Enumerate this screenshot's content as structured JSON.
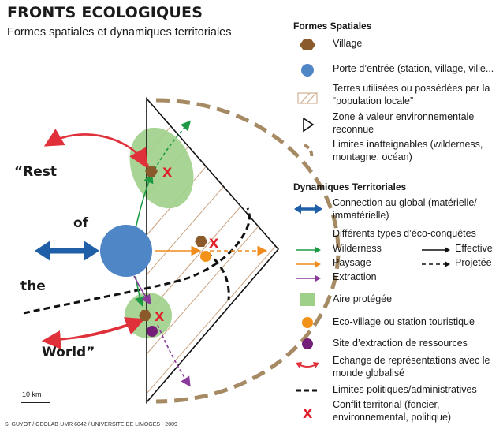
{
  "title": "FRONTS ECOLOGIQUES",
  "subtitle": "Formes spatiales et dynamiques territoriales",
  "map": {
    "rest_label": "“Rest",
    "of_label": "of",
    "the_label": "the",
    "world_label": "World”",
    "scale_label": "10 km",
    "credit": "S. GUYOT / GEOLAB-UMR 6042 / UNIVERSITE DE LIMOGES - 2009",
    "conflict_mark": "X"
  },
  "legend": {
    "spatial_header": "Formes Spatiales",
    "dynamics_header": "Dynamiques Territoriales",
    "items": {
      "village": "Village",
      "gateway": "Porte d’entrée (station, village, ville...",
      "local_lands": "Terres utilisées ou possédées par la “population locale”",
      "env_zone": "Zone à valeur environnementale reconnue",
      "unreachable": "Limites inatteignables (wilderness, montagne, océan)",
      "global_connection": "Connection au global (matérielle/ immatérielle)",
      "eco_conquests": "Différents types d’éco-conquêtes",
      "wilderness": "Wilderness",
      "paysage": "Paysage",
      "extraction": "Extraction",
      "effective": "Effective",
      "projected": "Projetée",
      "protected_area": "Aire protégée",
      "eco_village": "Eco-village ou station touristique",
      "extraction_site": "Site d’extraction de ressources",
      "representation_exchange": "Echange de représentations avec le monde globalisé",
      "political_limits": "Limites politiques/administratives",
      "territorial_conflict": "Conflit territorial (foncier, environnemental, politique)"
    }
  },
  "colors": {
    "green_area": "#9ed08a",
    "village_brown": "#8b5a2b",
    "gateway_blue": "#4f86c6",
    "arrow_blue": "#1f5fa8",
    "boundary_tan": "#a68a64",
    "hatch": "#c9a27e",
    "wilderness_green": "#1e9a45",
    "paysage_orange": "#f08c1e",
    "extraction_purple": "#8a3a9a",
    "ecovillage_orange": "#f39219",
    "extraction_site_purple": "#741e7a",
    "exchange_red": "#e0303a",
    "conflict_red": "#e0202a"
  }
}
